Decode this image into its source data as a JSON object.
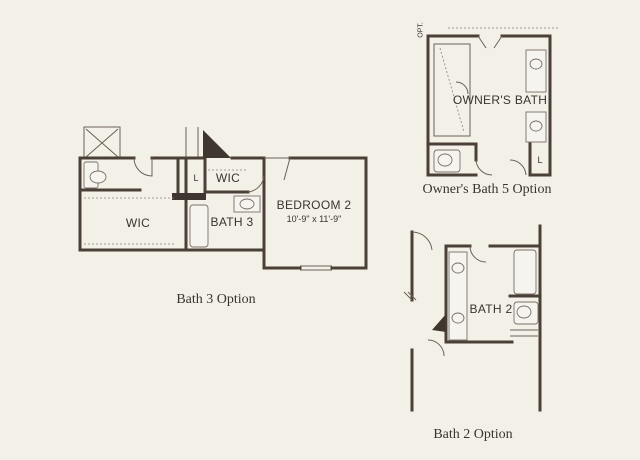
{
  "plans": {
    "bath3": {
      "caption": "Bath 3 Option",
      "rooms": {
        "wic_large": "WIC",
        "l_closet": "L",
        "wic_small": "WIC",
        "bath3": "BATH 3",
        "bedroom2": "BEDROOM 2",
        "bedroom2_dims": "10'-9\" x 11'-9\""
      }
    },
    "owners_bath": {
      "caption": "Owner's Bath 5 Option",
      "rooms": {
        "owners_bath": "OWNER'S BATH",
        "l_closet": "L",
        "opt": "OPT."
      }
    },
    "bath2": {
      "caption": "Bath 2 Option",
      "rooms": {
        "bath2": "BATH 2"
      }
    }
  },
  "colors": {
    "background": "#f3f0e8",
    "wall": "#4a4038",
    "text": "#3a342e"
  }
}
